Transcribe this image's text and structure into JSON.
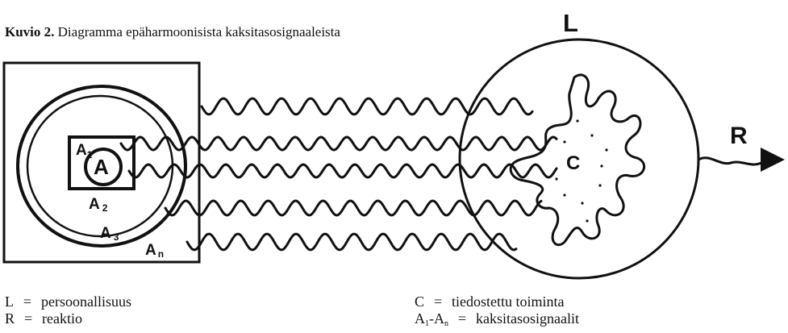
{
  "caption": {
    "number": "Kuvio 2.",
    "text": "Diagramma epäharmoonisista kaksitasosignaaleista"
  },
  "diagram_labels": {
    "L": "L",
    "R": "R",
    "C": "C",
    "A": "A",
    "A1": "A",
    "A1_sub": "1",
    "A2": "A",
    "A2_sub": "2",
    "A3": "A",
    "A3_sub": "3",
    "An": "A",
    "An_sub": "n"
  },
  "legend": {
    "L": {
      "symbol": "L",
      "eq": "=",
      "text": "persoonallisuus"
    },
    "R": {
      "symbol": "R",
      "eq": "=",
      "text": "reaktio"
    },
    "C": {
      "symbol": "C",
      "eq": "=",
      "text": "tiedostettu toiminta"
    },
    "A": {
      "symbol_a": "A",
      "sub_1": "1",
      "dash": "-",
      "symbol_b": "A",
      "sub_n": "n",
      "eq": "=",
      "text": "kaksitasosignaalit"
    }
  }
}
